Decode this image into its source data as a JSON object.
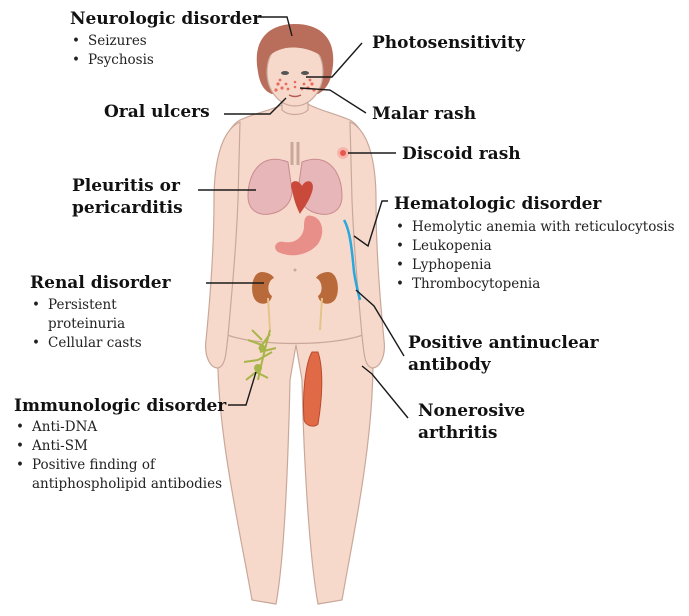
{
  "labels": {
    "neurologic": {
      "title": "Neurologic disorder",
      "items": [
        "Seizures",
        "Psychosis"
      ]
    },
    "photosensitivity": "Photosensitivity",
    "oral_ulcers": "Oral ulcers",
    "malar_rash": "Malar rash",
    "discoid_rash": "Discoid rash",
    "pleuritis": "Pleuritis or pericarditis",
    "hematologic": {
      "title": "Hematologic disorder",
      "items": [
        "Hemolytic anemia with reticulocytosis",
        "Leukopenia",
        "Lyphopenia",
        "Thrombocytopenia"
      ]
    },
    "renal": {
      "title": "Renal disorder",
      "items": [
        "Persistent proteinuria",
        "Cellular casts"
      ]
    },
    "ana": "Positive antinuclear antibody",
    "nonerosive": "Nonerosive arthritis",
    "immunologic": {
      "title": "Immunologic disorder",
      "items": [
        "Anti-DNA",
        "Anti-SM",
        "Positive finding of antiphospholipid antibodies"
      ]
    }
  },
  "colors": {
    "skin": "#f7d9cc",
    "skin_outline": "#c9a89a",
    "hair": "#b86e5a",
    "rash": "#e8574b",
    "lung": "#e7b6b8",
    "heart": "#c9493a",
    "stomach": "#e98f8a",
    "kidney": "#b96a3a",
    "lymph": "#a8b548",
    "muscle": "#e06a45",
    "vein": "#2aa8dc",
    "leader": "#1a1a1a"
  }
}
